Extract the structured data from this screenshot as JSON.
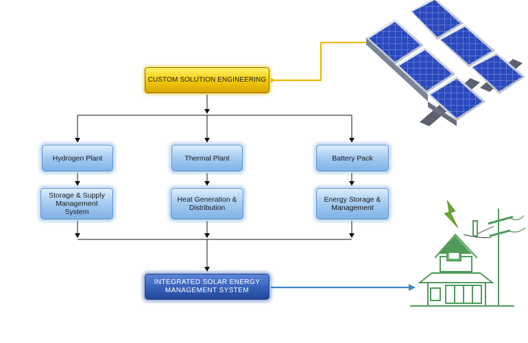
{
  "nodes": {
    "custom": "CUSTOM SOLUTION ENGINEERING",
    "hydrogen_plant": "Hydrogen Plant",
    "thermal_plant": "Thermal Plant",
    "battery_pack": "Battery Pack",
    "storage_supply": "Storage & Supply\nManagement\nSystem",
    "heat_generation": "Heat Generation &\nDistribution",
    "energy_storage": "Energy Storage &\nManagement",
    "integrated": "INTEGRATED SOLAR ENERGY\nMANAGEMENT SYSTEM"
  },
  "colors": {
    "solar_link": "#f0b800",
    "grid_link": "#3f86c4",
    "arrow": "#111111",
    "house_green": "#4f9a59",
    "panel_blue": "#2545b8",
    "bolt_green": "#6aa82a"
  },
  "icons": {
    "solar": "solar-panels-icon",
    "house": "house-power-line-icon"
  }
}
